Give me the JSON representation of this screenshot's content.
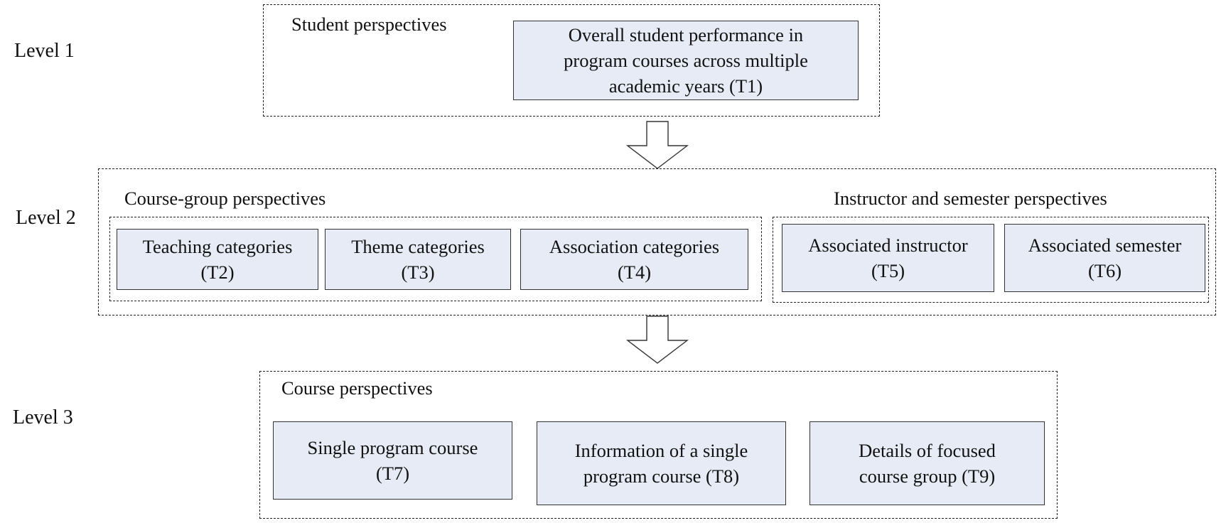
{
  "levels": {
    "level1": "Level 1",
    "level2": "Level 2",
    "level3": "Level 3"
  },
  "level1": {
    "group_title": "Student perspectives",
    "tasks": [
      {
        "text": "Overall student performance in\nprogram courses across multiple\nacademic years (T1)"
      }
    ]
  },
  "level2": {
    "course_group": {
      "title": "Course-group perspectives",
      "tasks": [
        {
          "text": "Teaching categories\n(T2)"
        },
        {
          "text": "Theme categories\n(T3)"
        },
        {
          "text": "Association categories\n(T4)"
        }
      ]
    },
    "instructor_semester": {
      "title": "Instructor and semester perspectives",
      "tasks": [
        {
          "text": "Associated instructor\n(T5)"
        },
        {
          "text": "Associated semester\n(T6)"
        }
      ]
    }
  },
  "level3": {
    "group_title": "Course perspectives",
    "tasks": [
      {
        "text": "Single program course\n(T7)"
      },
      {
        "text": "Information of a single\nprogram course (T8)"
      },
      {
        "text": "Details of focused\ncourse group (T9)"
      }
    ]
  },
  "colors": {
    "task_fill": "#e6ebf5",
    "border": "#222222"
  }
}
